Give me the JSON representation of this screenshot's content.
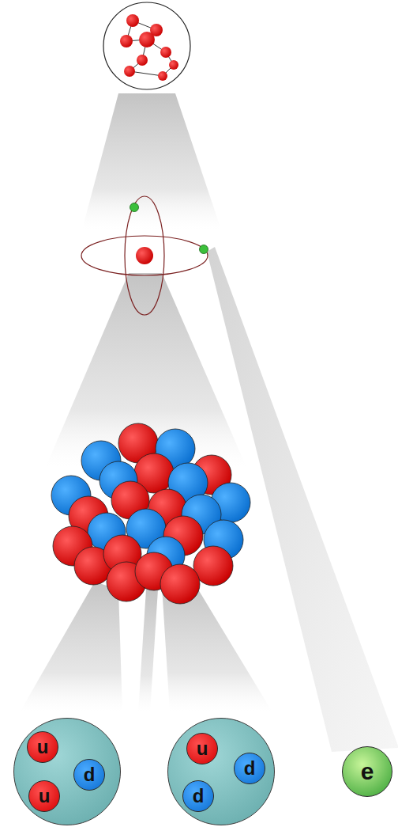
{
  "diagram": {
    "nodes": [
      {
        "text": []
      },
      {
        "text": [
          "u"
        ],
        "in": 0
      },
      {
        "text": [
          "u"
        ],
        "in": 0
      },
      {
        "text": [
          "d"
        ],
        "in": 0
      },
      {
        "text": []
      },
      {
        "text": [
          "u"
        ],
        "in": 4
      },
      {
        "text": [
          "d"
        ],
        "in": 4
      },
      {
        "text": [
          "d"
        ],
        "in": 4
      },
      {
        "text": [
          "e"
        ]
      }
    ]
  }
}
